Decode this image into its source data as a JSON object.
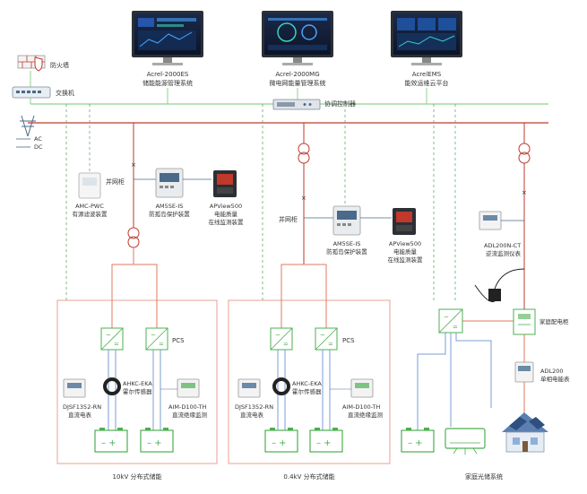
{
  "top_systems": [
    {
      "name": "Acrel-2000ES",
      "desc": "储能能源管理系统"
    },
    {
      "name": "Acrel-2000MG",
      "desc": "微电网能量管理系统"
    },
    {
      "name": "AcrelEMS",
      "desc": "能效运维云平台"
    }
  ],
  "network": {
    "firewall": "防火墙",
    "switch": "交换机",
    "controller": "协调控制器",
    "legend_ac": "AC",
    "legend_dc": "DC"
  },
  "section1": {
    "grid_cabinet": "并网柜",
    "amc_name": "AMC-PWC",
    "amc_desc": "有源滤波装置",
    "am5se_name": "AM5SE-IS",
    "am5se_desc": "防孤岛保护装置",
    "apview_name": "APView500",
    "apview_desc1": "电能质量",
    "apview_desc2": "在线监测装置",
    "pcs": "PCS",
    "sensor_name": "AHKC-EKA",
    "sensor_desc": "霍尔传感器",
    "meter_name": "DJSF1352-RN",
    "meter_desc": "直流电表",
    "aim_name": "AIM-D100-TH",
    "aim_desc": "直流绝缘监测",
    "bottom_label": "10kV 分布式储能"
  },
  "section2": {
    "grid_cabinet": "并网柜",
    "am5se_name": "AM5SE-IS",
    "am5se_desc": "防孤岛保护装置",
    "apview_name": "APView500",
    "apview_desc1": "电能质量",
    "apview_desc2": "在线监测装置",
    "pcs": "PCS",
    "sensor_name": "AHKC-EKA",
    "sensor_desc": "霍尔传感器",
    "meter_name": "DJSF1352-RN",
    "meter_desc": "直流电表",
    "aim_name": "AIM-D100-TH",
    "aim_desc": "直流绝缘监测",
    "bottom_label": "0.4kV 分布式储能"
  },
  "section3": {
    "adl200n_name": "ADL200N-CT",
    "adl200n_desc": "逆流监测仪表",
    "cabinet": "家庭配电柜",
    "adl200_name": "ADL200",
    "adl200_desc": "单相电能表",
    "bottom_label": "家庭光储系统"
  },
  "colors": {
    "network_green": "#8fd18f",
    "ac_line": "#e07a5f",
    "dc_line": "#7a9cd6",
    "grid_line": "#c0392b"
  }
}
